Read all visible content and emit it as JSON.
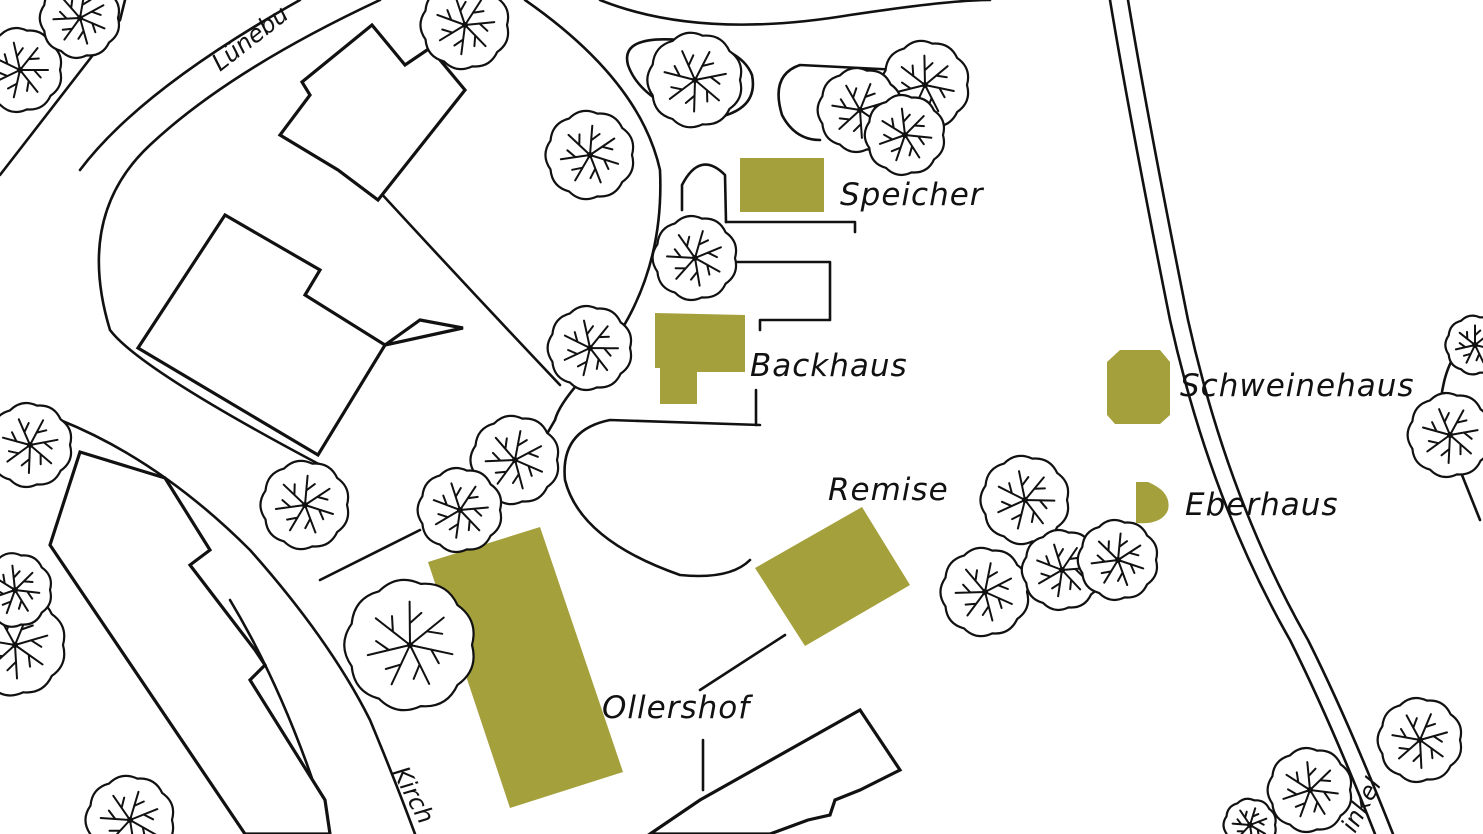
{
  "colors": {
    "historic_building": "#a4a03c",
    "line": "#111111",
    "background": "#ffffff"
  },
  "labels": {
    "speicher": "Speicher",
    "backhaus": "Backhaus",
    "schweinehaus": "Schweinehaus",
    "remise": "Remise",
    "eberhaus": "Eberhaus",
    "ollershof": "Ollershof"
  },
  "streets": {
    "top_left": "Lünebu",
    "bottom_left": "Kirch",
    "bottom_right": "inkel"
  },
  "icons": {
    "tree": "tree-icon"
  }
}
